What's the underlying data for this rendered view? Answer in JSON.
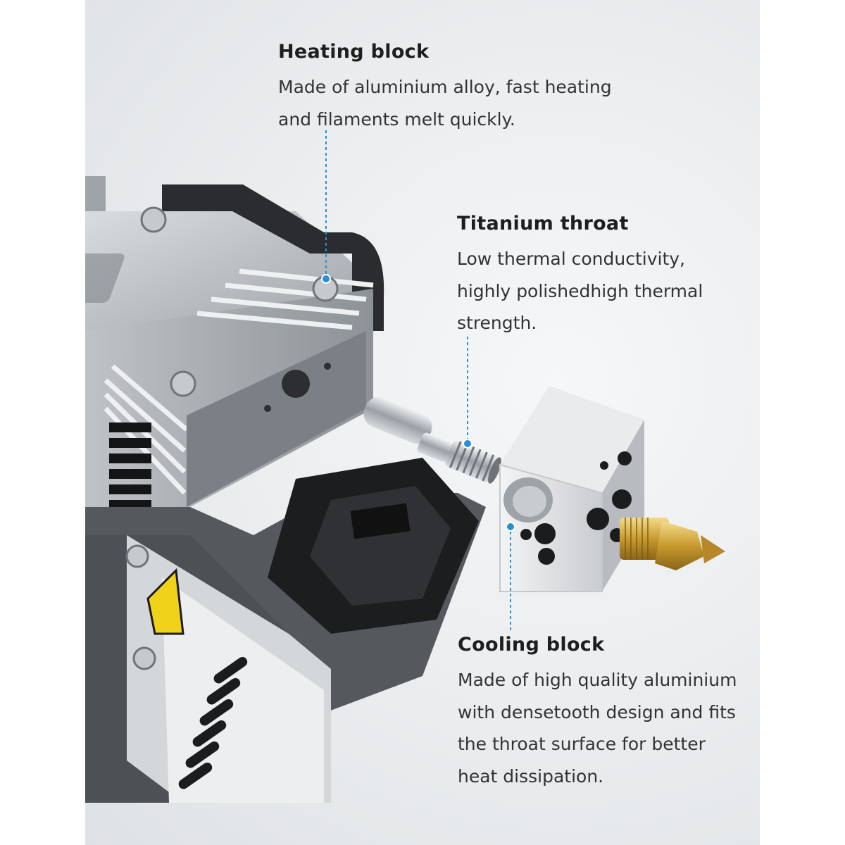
{
  "callouts": {
    "heating_block": {
      "title": "Heating block",
      "lines": [
        "Made of aluminium alloy, fast heating",
        "and filaments melt quickly."
      ]
    },
    "titanium_throat": {
      "title": "Titanium throat",
      "lines": [
        "Low thermal conductivity,",
        "highly polishedhigh thermal",
        "strength."
      ]
    },
    "cooling_block": {
      "title": "Cooling block",
      "lines": [
        "Made of high quality aluminium",
        "with densetooth design and fits",
        "the throat surface for better",
        "heat dissipation."
      ]
    }
  },
  "colors": {
    "leader_line": "#2b8fd6",
    "background": "#e6e8ea",
    "text": "#2a2a2a"
  }
}
